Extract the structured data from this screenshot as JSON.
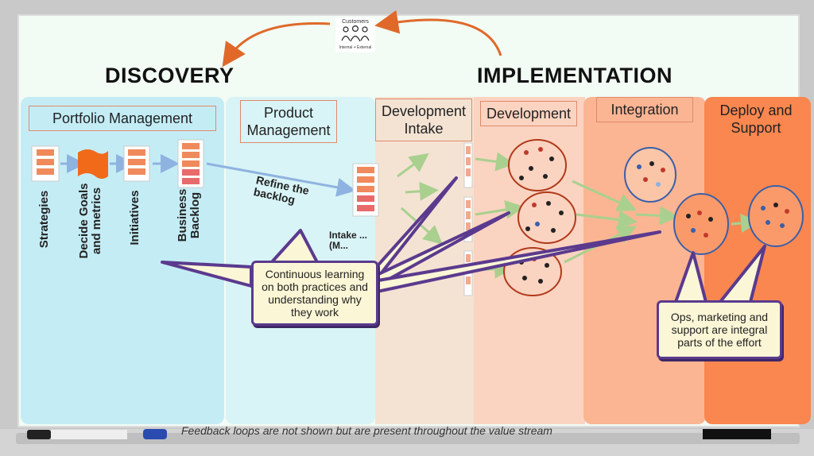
{
  "customers": {
    "label": "Customers",
    "sub": "Internal + External"
  },
  "headings": {
    "discovery": "DISCOVERY",
    "implementation": "IMPLEMENTATION"
  },
  "columns": {
    "portfolio": "Portfolio Management",
    "product": "Product\nManagement",
    "dev_intake": "Development\nIntake",
    "development": "Development",
    "integration": "Integration",
    "deploy": "Deploy and\nSupport"
  },
  "stages": {
    "strategies": "Strategies",
    "goals": "Decide Goals\nand metrics",
    "initiatives": "Initiatives",
    "backlog": "Business\nBacklog"
  },
  "refine": "Refine the\nbacklog",
  "intake_partial": "Intake ...\n(M...",
  "callouts": {
    "learning": "Continuous learning on both practices and understanding why they work",
    "ops": "Ops, marketing and support are integral parts of the effort"
  },
  "footer": "Feedback loops are not shown but are present throughout the value stream",
  "colors": {
    "portfolio_bg": "#c4ecf5",
    "product_bg": "#d8f4f6",
    "intake_bg": "#f4e3d3",
    "development_bg": "#fbd3c1",
    "integration_bg": "#fbb593",
    "deploy_bg": "#f9874f",
    "callout_border": "#5b3a8e",
    "arrow_orange": "#e0692a"
  }
}
